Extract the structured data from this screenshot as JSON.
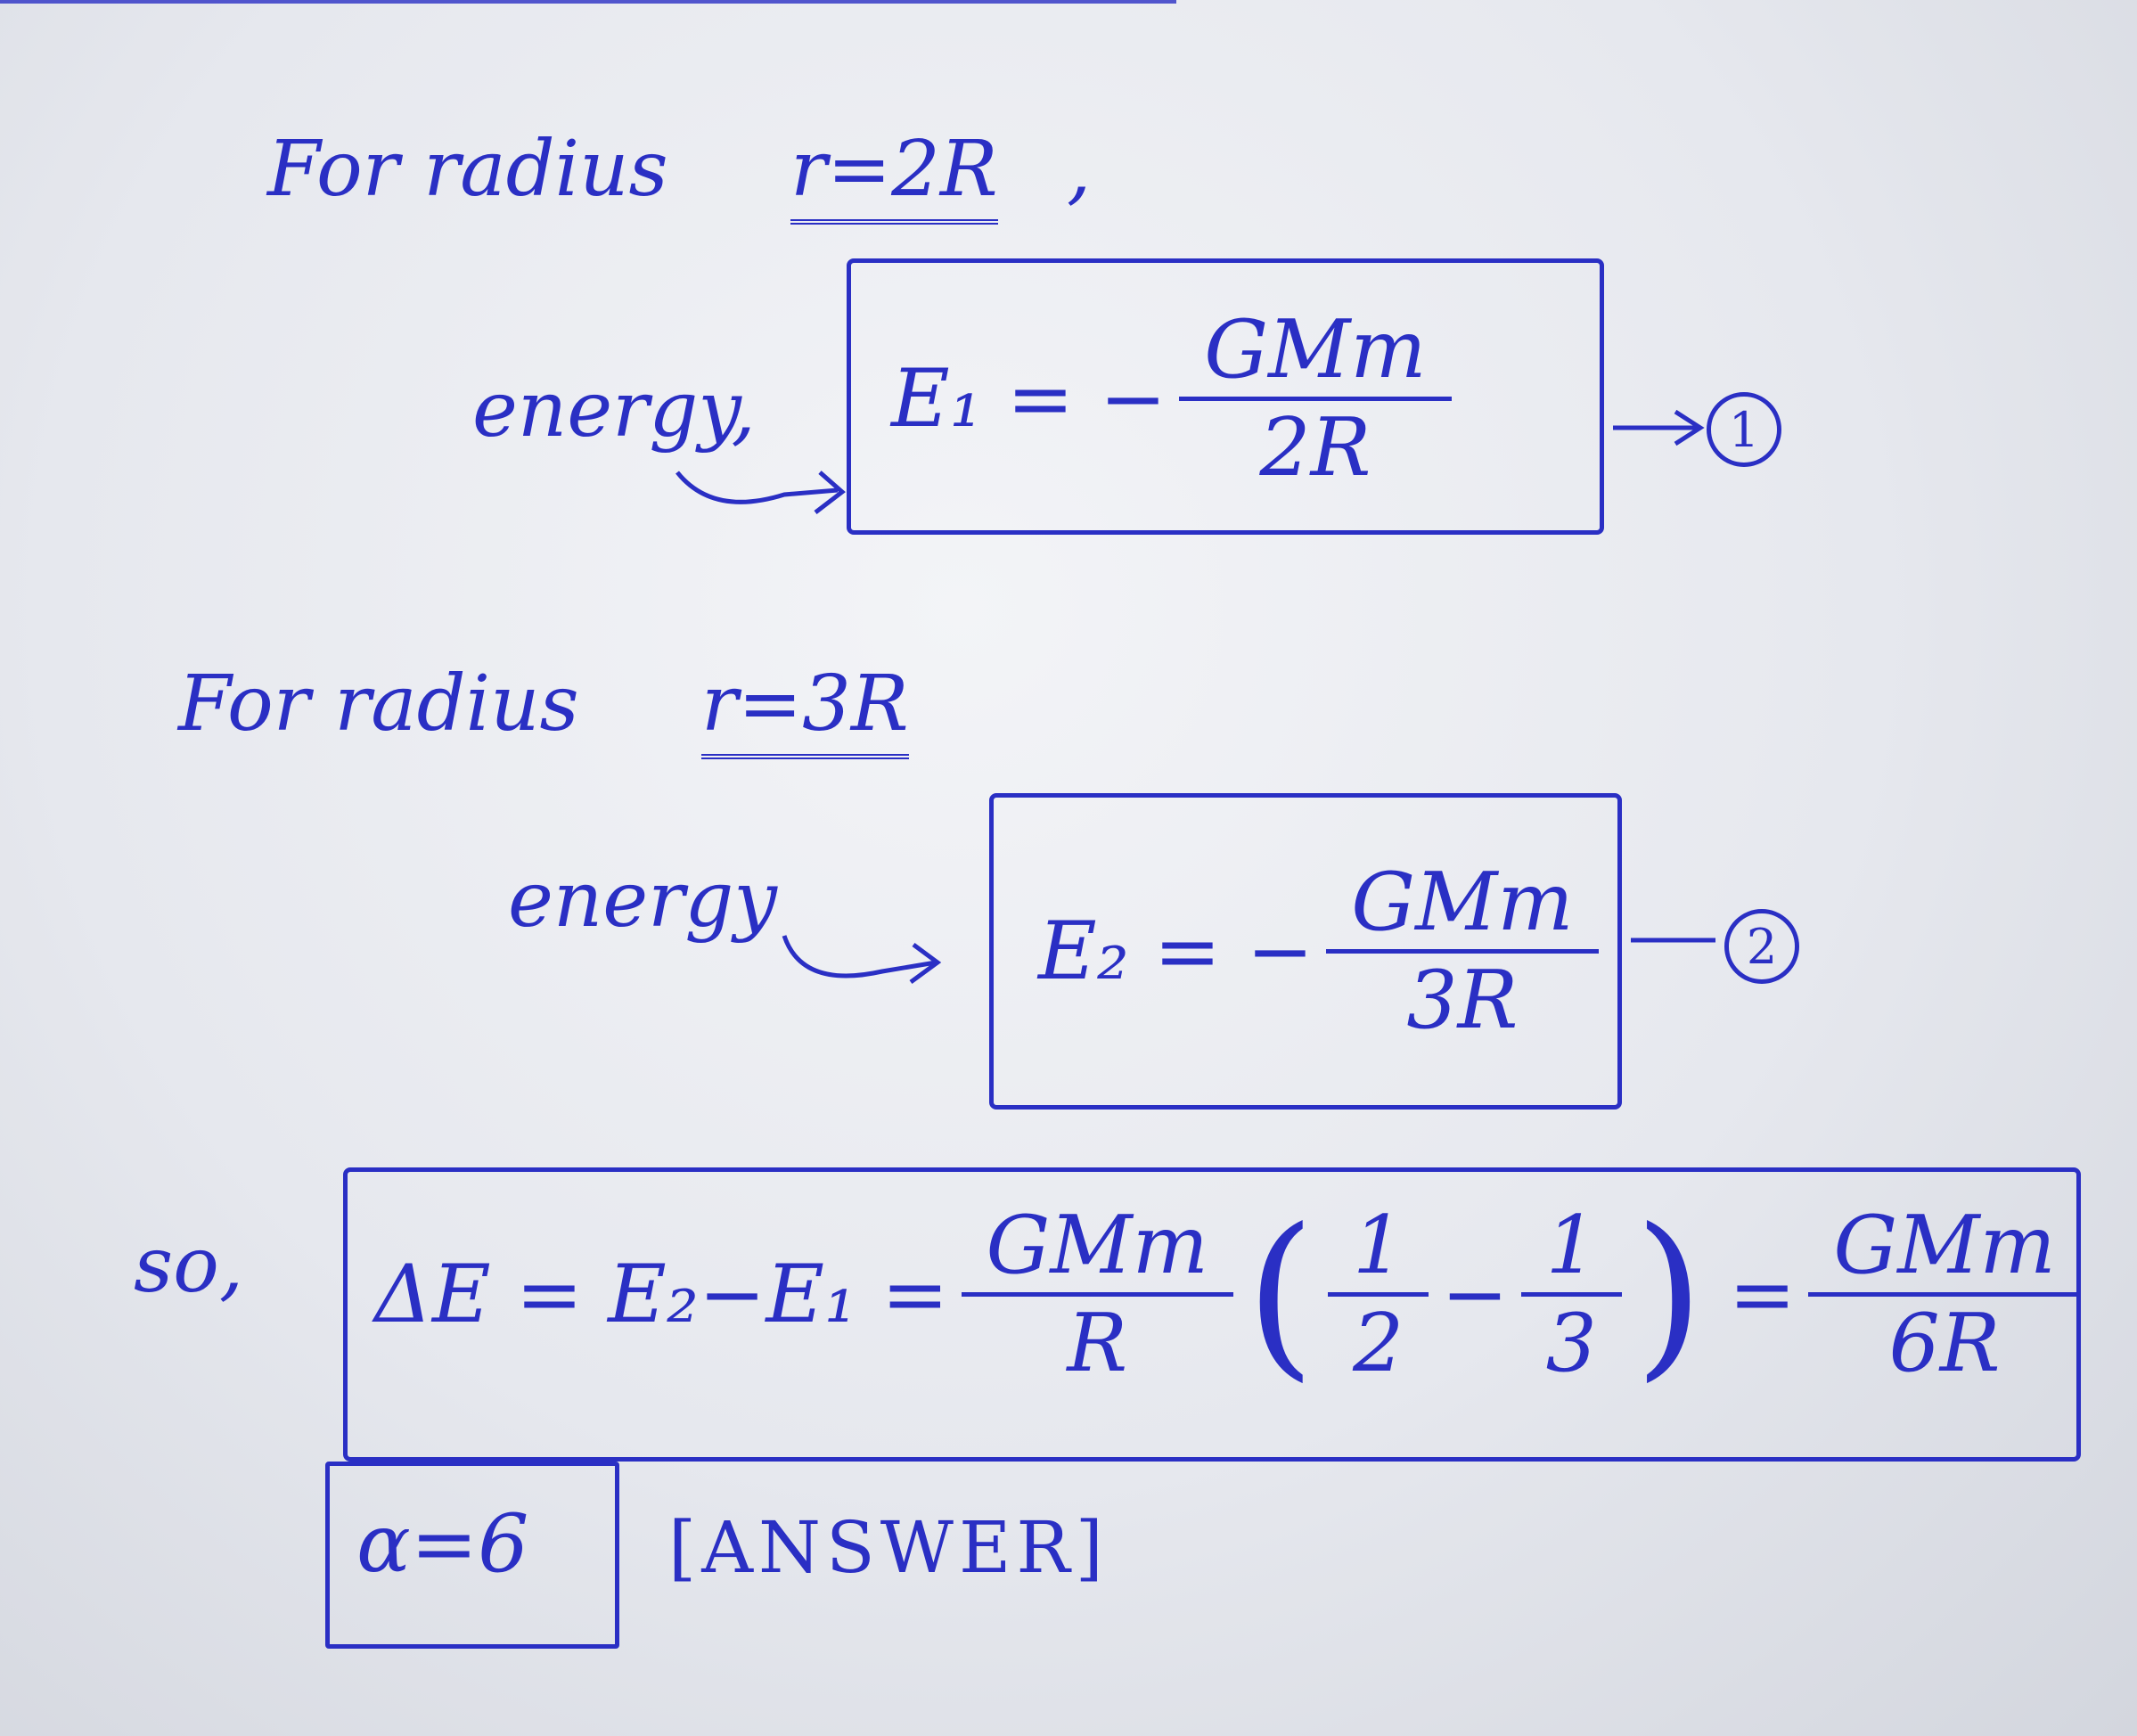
{
  "line1": {
    "prefix": "For radius",
    "value": "r=2R",
    "comma": ","
  },
  "eq1": {
    "label": "energy,",
    "lhs": "E₁",
    "op": "= −",
    "num": "GMm",
    "den": "2R",
    "tag": "1"
  },
  "line2": {
    "prefix": "For radius",
    "value": "r=3R"
  },
  "eq2": {
    "label": "energy",
    "lhs": "E₂",
    "op": "= −",
    "num": "GMm",
    "den": "3R",
    "tag": "2"
  },
  "eq3": {
    "so": "so,",
    "lhs": "ΔE",
    "eq": "=",
    "diff": "E₂−E₁",
    "eq2": "=",
    "num": "GMm",
    "den": "R",
    "f1num": "1",
    "f1den": "2",
    "minus": "−",
    "f2num": "1",
    "f2den": "3",
    "eq3": "=",
    "rnum": "GMm",
    "rden": "6R"
  },
  "answer": {
    "value": "α=6",
    "label": "[ANSWER]"
  }
}
